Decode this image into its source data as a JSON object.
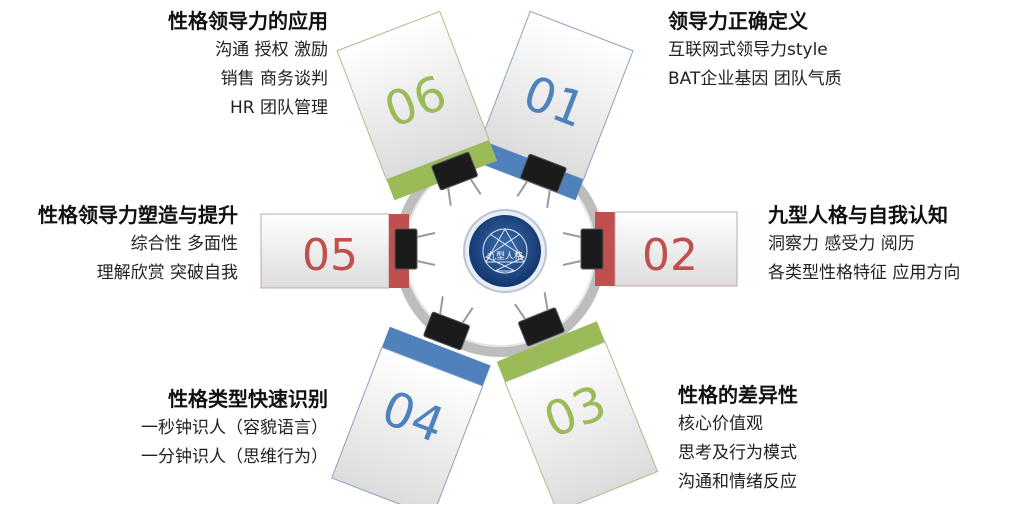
{
  "center": {
    "logo_text": "九型人格"
  },
  "colors": {
    "red": "#c0504d",
    "blue": "#4f81bd",
    "green": "#9bbb59",
    "ring": "#c8c8c8"
  },
  "cards": {
    "c01": {
      "number": "01",
      "title": "领导力正确定义",
      "lines": [
        "互联网式领导力style",
        "BAT企业基因  团队气质"
      ]
    },
    "c02": {
      "number": "02",
      "title": "九型人格与自我认知",
      "lines": [
        "洞察力  感受力  阅历",
        "各类型性格特征  应用方向"
      ]
    },
    "c03": {
      "number": "03",
      "title": "性格的差异性",
      "lines": [
        "核心价值观",
        "思考及行为模式",
        "沟通和情绪反应"
      ]
    },
    "c04": {
      "number": "04",
      "title": "性格类型快速识别",
      "lines": [
        "一秒钟识人（容貌语言）",
        "一分钟识人（思维行为）"
      ]
    },
    "c05": {
      "number": "05",
      "title": "性格领导力塑造与提升",
      "lines": [
        "综合性  多面性",
        "理解欣赏  突破自我"
      ]
    },
    "c06": {
      "number": "06",
      "title": "性格领导力的应用",
      "lines": [
        "沟通  授权  激励",
        "销售  商务谈判",
        "HR  团队管理"
      ]
    }
  }
}
